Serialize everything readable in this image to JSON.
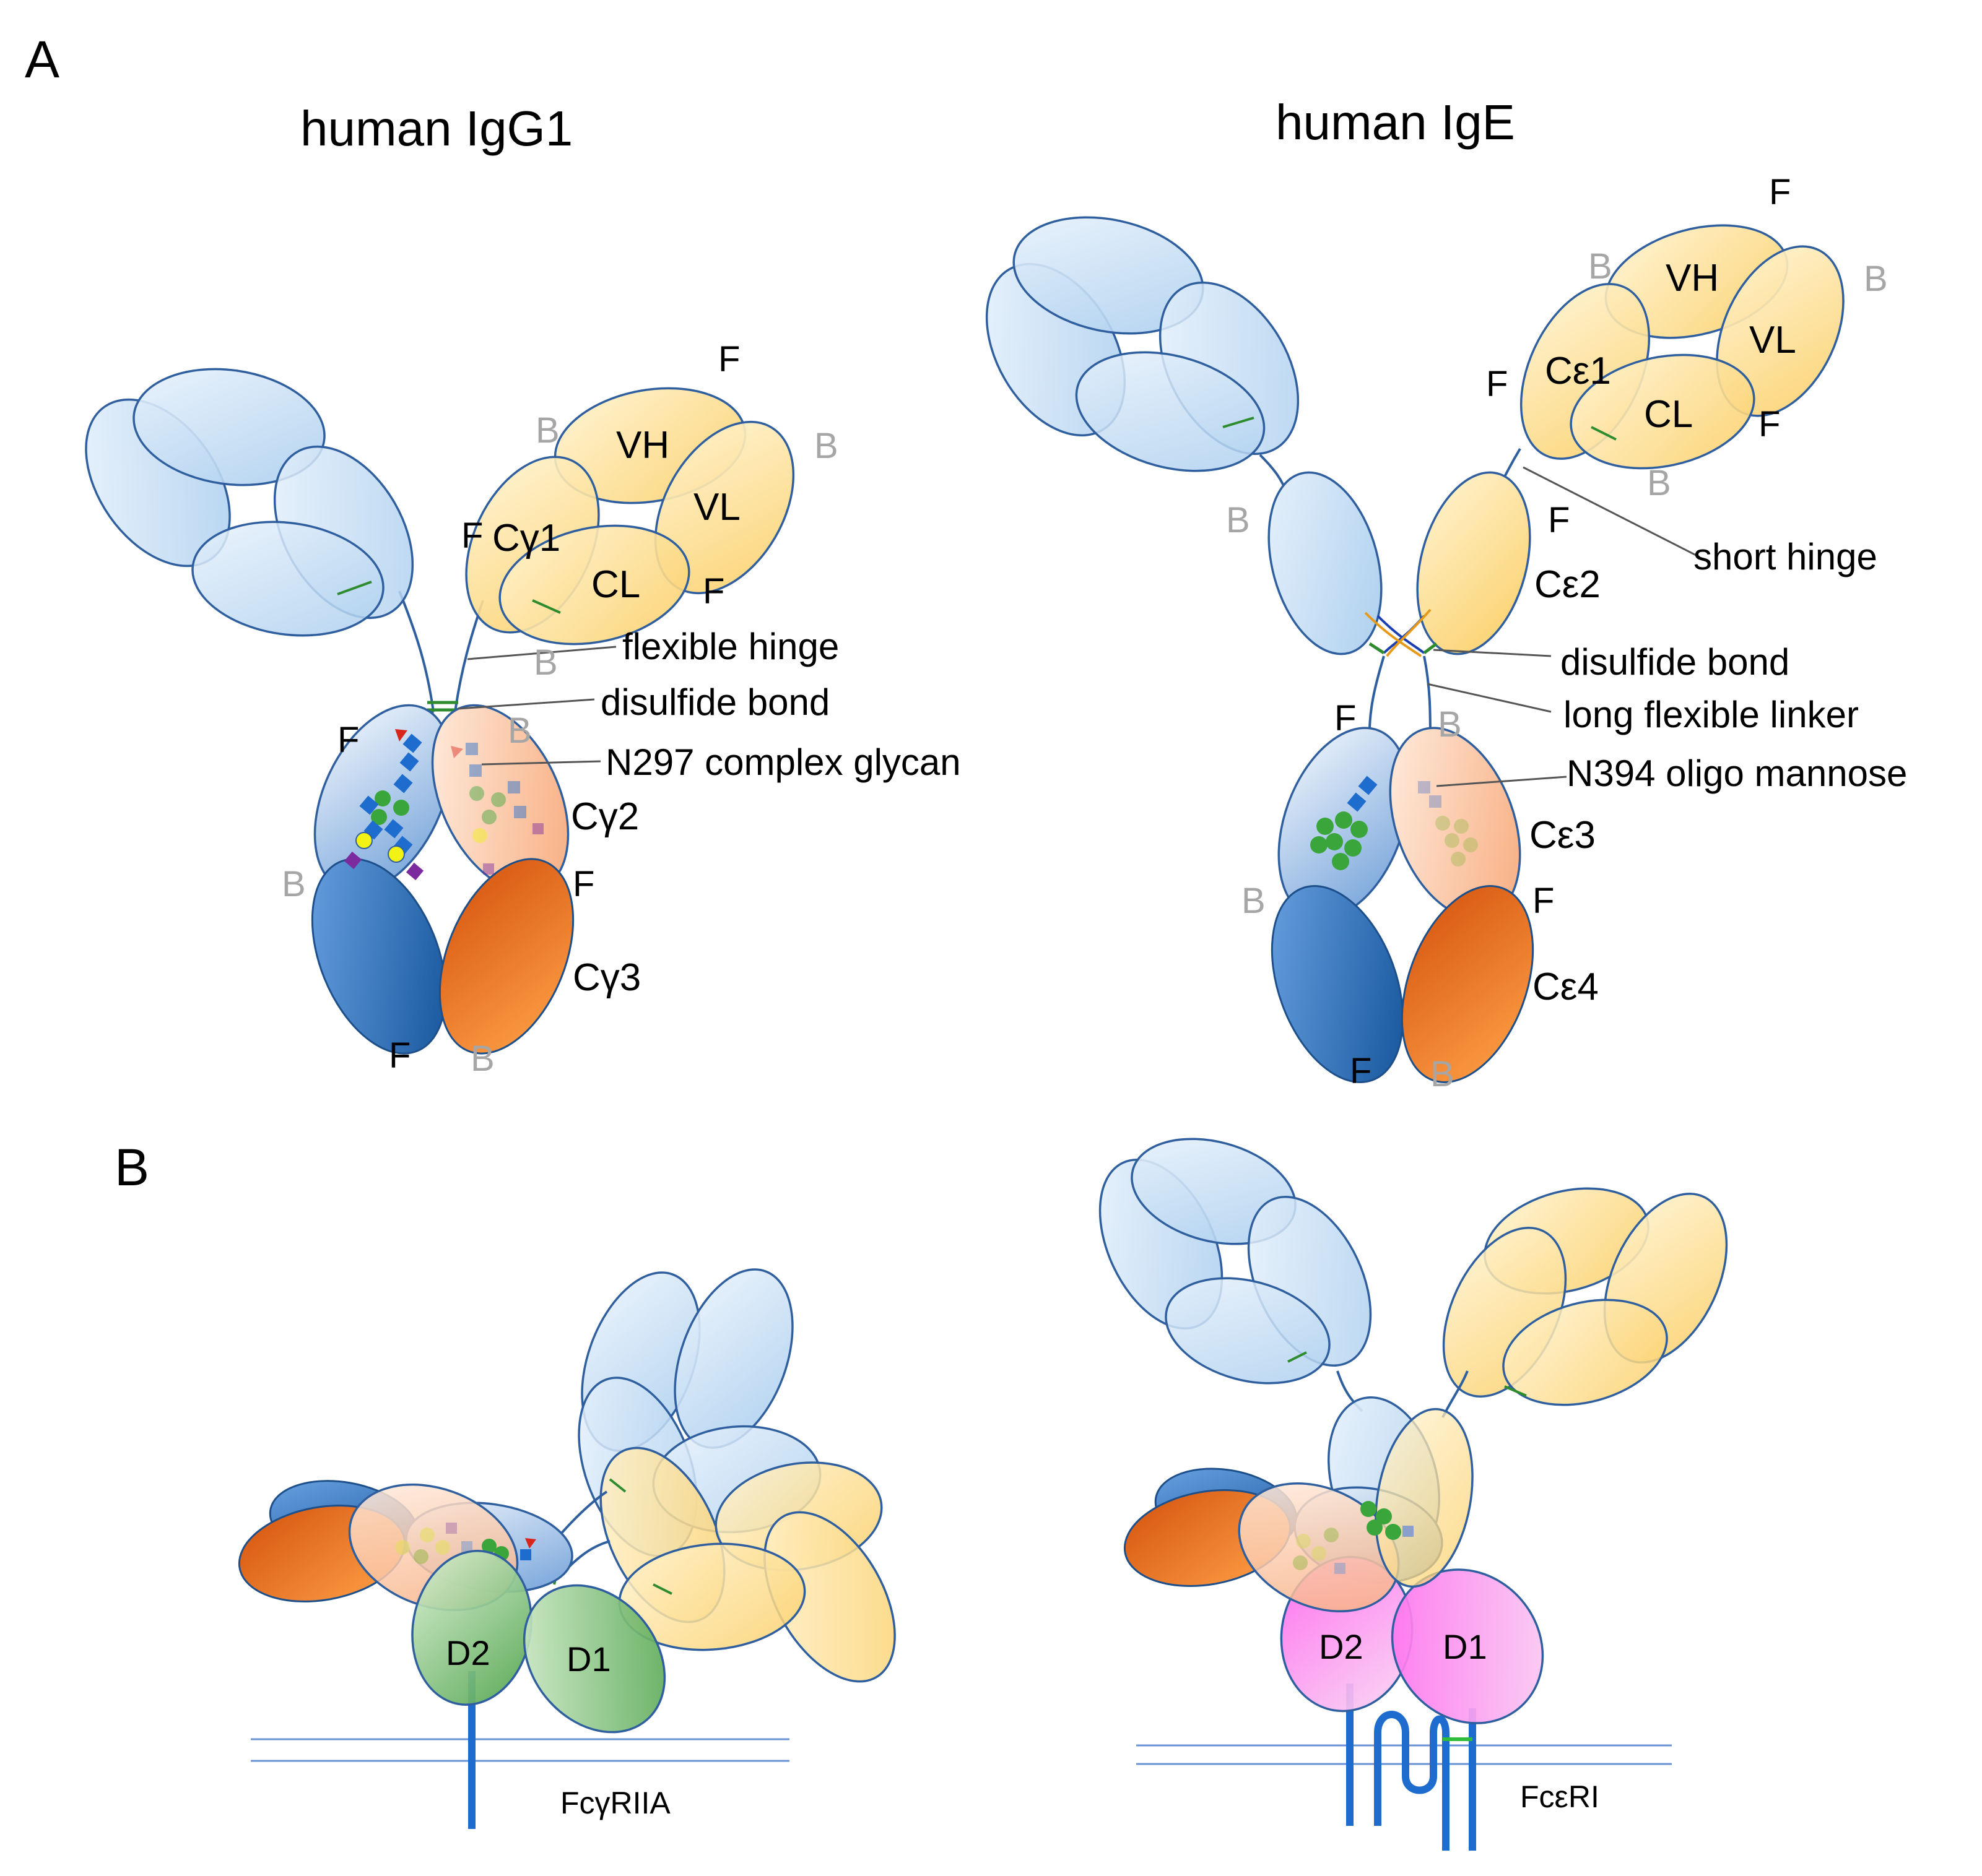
{
  "panels": {
    "a": "A",
    "b": "B"
  },
  "igg1": {
    "title": "human IgG1",
    "domains": {
      "vh": "VH",
      "vl": "VL",
      "c1": "Cγ1",
      "cl": "CL",
      "c2": "Cγ2",
      "c3": "Cγ3"
    },
    "annotations": {
      "hinge": "flexible hinge",
      "disulfide": "disulfide bond",
      "glycan": "N297 complex glycan"
    }
  },
  "ige": {
    "title": "human IgE",
    "domains": {
      "vh": "VH",
      "vl": "VL",
      "c1": "Cε1",
      "cl": "CL",
      "c2": "Cε2",
      "c3": "Cε3",
      "c4": "Cε4"
    },
    "annotations": {
      "hinge": "short hinge",
      "disulfide": "disulfide bond",
      "linker": "long flexible linker",
      "glycan": "N394 oligo mannose"
    }
  },
  "markers": {
    "f": "F",
    "b": "B"
  },
  "receptors": {
    "igg": {
      "name": "FcγRIIA",
      "d1": "D1",
      "d2": "D2"
    },
    "ige": {
      "name": "FcεRI",
      "d1": "D1",
      "d2": "D2"
    }
  },
  "colors": {
    "heavy_blue": "#a9cdee",
    "light_yellow": "#fbd77a",
    "fc_dark_blue": "#1f5fa8",
    "fc_orange": "#f06a1c",
    "cgamma2_peach": "#f7b58c",
    "receptor_green": "#56a84a",
    "receptor_pink": "#ee84e0",
    "outline": "#2f5f9e"
  }
}
